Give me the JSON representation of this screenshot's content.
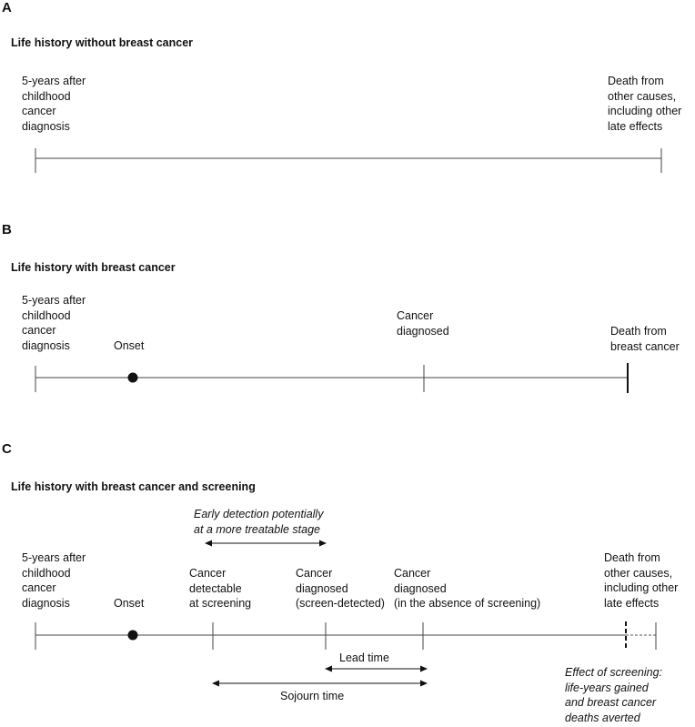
{
  "panel_a": {
    "letter": "A",
    "title": "Life history without breast cancer",
    "start_label": "5-years after\nchildhood\ncancer\ndiagnosis",
    "end_label": "Death from\nother causes,\nincluding other\nlate effects"
  },
  "panel_b": {
    "letter": "B",
    "title": "Life history with breast cancer",
    "start_label": "5-years after\nchildhood\ncancer\ndiagnosis",
    "onset_label": "Onset",
    "diagnosed_label": "Cancer\ndiagnosed",
    "end_label": "Death from\nbreast cancer"
  },
  "panel_c": {
    "letter": "C",
    "title": "Life history with breast cancer and screening",
    "early_detection_label": "Early detection potentially\nat a more treatable stage",
    "start_label": "5-years after\nchildhood\ncancer\ndiagnosis",
    "onset_label": "Onset",
    "detectable_label": "Cancer\ndetectable\nat screening",
    "screen_detected_label": "Cancer\ndiagnosed\n(screen-detected)",
    "absence_label": "Cancer\ndiagnosed\n(in the absence of screening)",
    "end_label": "Death from\nother causes,\nincluding other\nlate effects",
    "lead_time_label": "Lead time",
    "sojourn_time_label": "Sojourn time",
    "effect_label": "Effect of screening:\nlife-years gained\nand breast cancer\ndeaths averted"
  }
}
